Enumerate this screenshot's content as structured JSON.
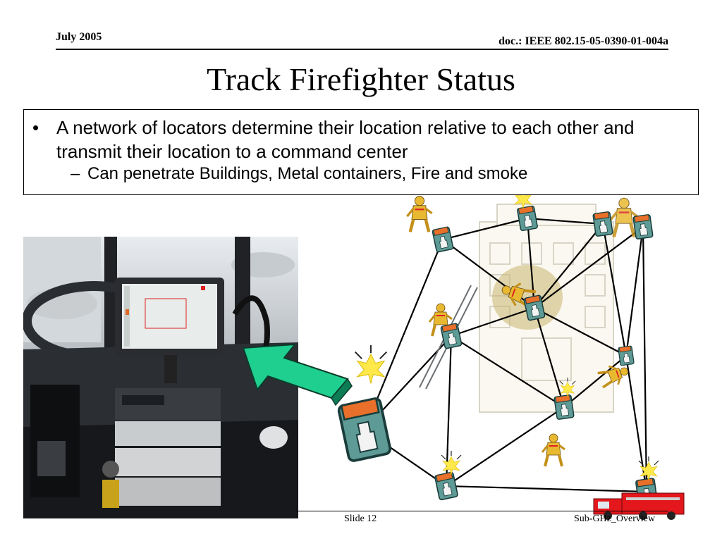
{
  "header": {
    "date": "July 2005",
    "doc": "doc.: IEEE 802.15-05-0390-01-004a"
  },
  "slide": {
    "title": "Track Firefighter Status",
    "bullet_symbol": "•",
    "bullet": "A network of locators determine their location relative to each other and transmit their location to a command center",
    "sub_symbol": "–",
    "sub_bullet": "Can penetrate Buildings, Metal containers, Fire and smoke"
  },
  "footer": {
    "slide_number": "Slide 12",
    "right_text": "Sub-GHz_Overview"
  },
  "colors": {
    "locator_body": "#5e9a96",
    "locator_top": "#e8702a",
    "arrow": "#1fcf90",
    "flash": "#ffe94a",
    "firefighter": "#e8b930",
    "truck": "#e3171c"
  },
  "icons": [
    "locator-device-icon",
    "firefighter-icon",
    "fire-truck-icon",
    "building-icon",
    "arrow-icon"
  ]
}
